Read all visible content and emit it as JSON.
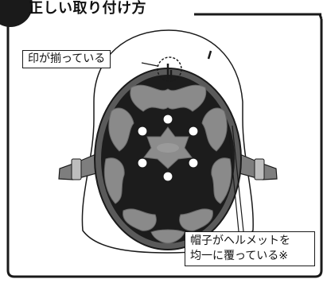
{
  "header": {
    "title": "正しい取り付け方"
  },
  "callouts": {
    "mark_aligned": "印が揃っている",
    "cap_line1": "帽子がヘルメットを",
    "cap_line2": "均一に覆っている※"
  },
  "colors": {
    "frame": "#1a1a1a",
    "helmet_shell": "#ffffff",
    "interior": "#1c1c1c",
    "pads": "#8a8a8a",
    "straps": "#7e7e7e",
    "logo": "#8c8c8c"
  }
}
